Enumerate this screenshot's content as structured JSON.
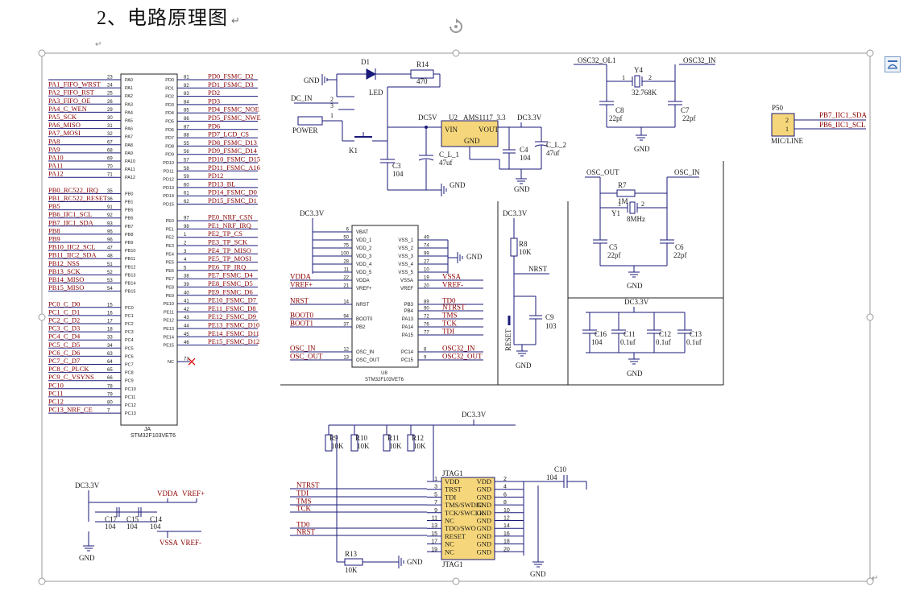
{
  "heading": {
    "text": "2、电路原理图",
    "mark": "↵"
  },
  "paragraph_marks": {
    "top": "↵",
    "end": "↵"
  },
  "mcu": {
    "left_pins": [
      {
        "net": "",
        "num": "23",
        "pin": "PA0"
      },
      {
        "net": "PA1_FIFO_WRST",
        "num": "24",
        "pin": "PA1"
      },
      {
        "net": "PA2_FIFO_RST",
        "num": "25",
        "pin": "PA2"
      },
      {
        "net": "PA3_FIFO_OE",
        "num": "26",
        "pin": "PA3"
      },
      {
        "net": "PA4_C_WEN",
        "num": "29",
        "pin": "PA4"
      },
      {
        "net": "PA5_SCK",
        "num": "30",
        "pin": "PA5"
      },
      {
        "net": "PA6_MISO",
        "num": "31",
        "pin": "PA6"
      },
      {
        "net": "PA7_MOSI",
        "num": "32",
        "pin": "PA7"
      },
      {
        "net": "PA8",
        "num": "67",
        "pin": "PA8"
      },
      {
        "net": "PA9",
        "num": "68",
        "pin": "PA9"
      },
      {
        "net": "PA10",
        "num": "69",
        "pin": "PA10"
      },
      {
        "net": "PA11",
        "num": "70",
        "pin": "PA11"
      },
      {
        "net": "PA12",
        "num": "71",
        "pin": "PA12"
      },
      {
        "net": "",
        "num": "",
        "pin": ""
      },
      {
        "net": "PB0_RC522_IRQ",
        "num": "35",
        "pin": "PB0"
      },
      {
        "net": "PB1_RC522_RESET",
        "num": "36",
        "pin": "PB1"
      },
      {
        "net": "PB5",
        "num": "91",
        "pin": "PB5"
      },
      {
        "net": "PB6_IIC1_SCL",
        "num": "92",
        "pin": "PB6"
      },
      {
        "net": "PB7_IIC1_SDA",
        "num": "93",
        "pin": "PB7"
      },
      {
        "net": "PB8",
        "num": "95",
        "pin": "PB8"
      },
      {
        "net": "PB9",
        "num": "96",
        "pin": "PB9"
      },
      {
        "net": "PB10_IIC2_SCL",
        "num": "47",
        "pin": "PB10"
      },
      {
        "net": "PB11_IIC2_SDA",
        "num": "48",
        "pin": "PB11"
      },
      {
        "net": "PB12_NSS",
        "num": "51",
        "pin": "PB12"
      },
      {
        "net": "PB13_SCK",
        "num": "52",
        "pin": "PB13"
      },
      {
        "net": "PB14_MISO",
        "num": "53",
        "pin": "PB14"
      },
      {
        "net": "PB15_MISO",
        "num": "54",
        "pin": "PB15"
      },
      {
        "net": "",
        "num": "",
        "pin": ""
      },
      {
        "net": "PC0_C_D0",
        "num": "15",
        "pin": "PC0"
      },
      {
        "net": "PC1_C_D1",
        "num": "16",
        "pin": "PC1"
      },
      {
        "net": "PC2_C_D2",
        "num": "17",
        "pin": "PC2"
      },
      {
        "net": "PC3_C_D3",
        "num": "18",
        "pin": "PC3"
      },
      {
        "net": "PC4_C_D4",
        "num": "33",
        "pin": "PC4"
      },
      {
        "net": "PC5_C_D5",
        "num": "34",
        "pin": "PC5"
      },
      {
        "net": "PC6_C_D6",
        "num": "63",
        "pin": "PC6"
      },
      {
        "net": "PC7_C_D7",
        "num": "64",
        "pin": "PC7"
      },
      {
        "net": "PC8_C_PLCK",
        "num": "65",
        "pin": "PC8"
      },
      {
        "net": "PC9_C_VSYNS",
        "num": "66",
        "pin": "PC9"
      },
      {
        "net": "PC10",
        "num": "78",
        "pin": "PC10"
      },
      {
        "net": "PC11",
        "num": "79",
        "pin": "PC11"
      },
      {
        "net": "PC12",
        "num": "80",
        "pin": "PC12"
      },
      {
        "net": "PC13_NRF_CE",
        "num": "7",
        "pin": "PC13"
      }
    ],
    "right_pins": [
      {
        "pin": "PD0",
        "num": "81",
        "net": "PD0_FSMC_D2"
      },
      {
        "pin": "PD1",
        "num": "82",
        "net": "PD1_FSMC_D3"
      },
      {
        "pin": "PD2",
        "num": "83",
        "net": "PD2"
      },
      {
        "pin": "PD3",
        "num": "84",
        "net": "PD3"
      },
      {
        "pin": "PD4",
        "num": "85",
        "net": "PD4_FSMC_NOE"
      },
      {
        "pin": "PD5",
        "num": "86",
        "net": "PD5_FSMC_NWE"
      },
      {
        "pin": "PD6",
        "num": "87",
        "net": "PD6"
      },
      {
        "pin": "PD7",
        "num": "88",
        "net": "PD7_LCD_CS"
      },
      {
        "pin": "PD8",
        "num": "55",
        "net": "PD8_FSMC_D13"
      },
      {
        "pin": "PD9",
        "num": "56",
        "net": "PD9_FSMC_D14"
      },
      {
        "pin": "PD10",
        "num": "57",
        "net": "PD10_FSMC_D15"
      },
      {
        "pin": "PD11",
        "num": "58",
        "net": "PD11_FSMC_A16"
      },
      {
        "pin": "PD12",
        "num": "59",
        "net": "PD12"
      },
      {
        "pin": "PD13",
        "num": "60",
        "net": "PD13_BL"
      },
      {
        "pin": "PD14",
        "num": "61",
        "net": "PD14_FSMC_D0"
      },
      {
        "pin": "PD15",
        "num": "62",
        "net": "PD15_FSMC_D1"
      },
      {
        "pin": "",
        "num": "",
        "net": ""
      },
      {
        "pin": "PE0",
        "num": "97",
        "net": "PE0_NRF_CSN"
      },
      {
        "pin": "PE1",
        "num": "98",
        "net": "PE1_NRF_IRQ"
      },
      {
        "pin": "PE2",
        "num": "1",
        "net": "PE2_TP_CS"
      },
      {
        "pin": "PE3",
        "num": "2",
        "net": "PE3_TP_SCK"
      },
      {
        "pin": "PE4",
        "num": "3",
        "net": "PE4_TP_MISO"
      },
      {
        "pin": "PE5",
        "num": "4",
        "net": "PE5_TP_MOSI"
      },
      {
        "pin": "PE6",
        "num": "5",
        "net": "PE6_TP_IRQ"
      },
      {
        "pin": "PE7",
        "num": "38",
        "net": "PE7_FSMC_D4"
      },
      {
        "pin": "PE8",
        "num": "39",
        "net": "PE8_FSMC_D5"
      },
      {
        "pin": "PE9",
        "num": "40",
        "net": "PE9_FSMC_D6"
      },
      {
        "pin": "PE10",
        "num": "41",
        "net": "PE10_FSMC_D7"
      },
      {
        "pin": "PE11",
        "num": "42",
        "net": "PE11_FSMC_D8"
      },
      {
        "pin": "PE12",
        "num": "43",
        "net": "PE12_FSMC_D9"
      },
      {
        "pin": "PE13",
        "num": "44",
        "net": "PE13_FSMC_D10"
      },
      {
        "pin": "PE14",
        "num": "45",
        "net": "PE14_FSMC_D11"
      },
      {
        "pin": "PE15",
        "num": "46",
        "net": "PE15_FSMC_D12"
      },
      {
        "pin": "",
        "num": "",
        "net": ""
      },
      {
        "pin": "NC",
        "num": "73",
        "net": ""
      }
    ],
    "ref": "JA",
    "part": "STM32F103VET6"
  },
  "power_section": {
    "gnd": "GND",
    "dc_in": "DC_IN",
    "power": "POWER",
    "k1": "K1",
    "d1": "D1",
    "led": "LED",
    "r14": "R14",
    "r14_val": "470",
    "dc5v": "DC5V",
    "u2": "U2",
    "ams": "AMS1117_3.3",
    "dc33": "DC3.3V",
    "vin": "VIN",
    "vout": "VOUT",
    "ugnd": "GND",
    "c3": "C3",
    "c3v": "104",
    "cl1": "C_L_1",
    "cl1v": "47uf",
    "c4": "C4",
    "c4v": "104",
    "cl2": "C_L_2",
    "cl2v": "47uf",
    "pin1": "1",
    "pin2": "2",
    "pin3": "3"
  },
  "u8": {
    "ref": "U8",
    "part": "STM32F103VET6",
    "left": [
      {
        "pin": "VBAT",
        "num": "6",
        "net": ""
      },
      {
        "pin": "VDD_1",
        "num": "50",
        "net": ""
      },
      {
        "pin": "VDD_2",
        "num": "75",
        "net": ""
      },
      {
        "pin": "VDD_3",
        "num": "100",
        "net": ""
      },
      {
        "pin": "VDD_4",
        "num": "28",
        "net": ""
      },
      {
        "pin": "VDD_5",
        "num": "11",
        "net": ""
      },
      {
        "pin": "VDDA",
        "num": "22",
        "net": "VDDA"
      },
      {
        "pin": "VREF+",
        "num": "21",
        "net": "VREF+"
      },
      {
        "pin": "NRST",
        "num": "14",
        "net": "NRST"
      },
      {
        "pin": "BOOT0",
        "num": "94",
        "net": "BOOT0"
      },
      {
        "pin": "PB2",
        "num": "37",
        "net": "BOOT1"
      },
      {
        "pin": "OSC_IN",
        "num": "12",
        "net": "OSC_IN"
      },
      {
        "pin": "OSC_OUT",
        "num": "13",
        "net": "OSC_OUT"
      }
    ],
    "right": [
      {
        "pin": "VSS_1",
        "num": "49",
        "net": ""
      },
      {
        "pin": "VSS_2",
        "num": "74",
        "net": ""
      },
      {
        "pin": "VSS_3",
        "num": "99",
        "net": ""
      },
      {
        "pin": "VSS_4",
        "num": "27",
        "net": ""
      },
      {
        "pin": "VSS_5",
        "num": "10",
        "net": ""
      },
      {
        "pin": "VSSA",
        "num": "19",
        "net": "VSSA"
      },
      {
        "pin": "VREF",
        "num": "20",
        "net": "VREF-"
      },
      {
        "pin": "PB3",
        "num": "89",
        "net": "TD0"
      },
      {
        "pin": "PB4",
        "num": "90",
        "net": "NTRST"
      },
      {
        "pin": "PA13",
        "num": "72",
        "net": "TMS"
      },
      {
        "pin": "PA14",
        "num": "76",
        "net": "TCK"
      },
      {
        "pin": "PA15",
        "num": "77",
        "net": "TDI"
      },
      {
        "pin": "PC14",
        "num": "8",
        "net": "OSC32_IN"
      },
      {
        "pin": "PC15",
        "num": "9",
        "net": "OSC32_OUT"
      }
    ],
    "dc33": "DC3.3V",
    "gnd": "GND"
  },
  "reset": {
    "dc33": "DC3.3V",
    "r8": "R8",
    "r8v": "10K",
    "nrst": "NRST",
    "c9": "C9",
    "c9v": "103",
    "reset": "RESET",
    "gnd": "GND"
  },
  "osc32": {
    "out": "OSC32_OL1",
    "in": "OSC32_IN",
    "y4": "Y4",
    "y4v": "32.768K",
    "c8": "C8",
    "c8v": "22pf",
    "c7": "C7",
    "c7v": "22pf",
    "gnd": "GND",
    "p1": "1",
    "p2": "2"
  },
  "mic": {
    "ref": "P50",
    "label": "MIC/LINE",
    "sda": "PB7_IIC1_SDA",
    "scl": "PB6_IIC1_SCL",
    "p2": "2",
    "p1": "1"
  },
  "osc": {
    "out": "OSC_OUT",
    "in": "OSC_IN",
    "r7": "R7",
    "r7v": "1M",
    "y1": "Y1",
    "y1v": "8MHz",
    "c5": "C5",
    "c5v": "22pf",
    "c6": "C6",
    "c6v": "22pf",
    "gnd": "GND",
    "p1": "1",
    "p2": "2"
  },
  "decap": {
    "dc33": "DC3.3V",
    "caps": [
      {
        "ref": "C16",
        "val": "104"
      },
      {
        "ref": "C11",
        "val": "0.1uf"
      },
      {
        "ref": "C12",
        "val": "0.1uf"
      },
      {
        "ref": "C13",
        "val": "0.1uf"
      }
    ],
    "gnd": "GND"
  },
  "jtag": {
    "dc33": "DC3.3V",
    "ref": "JTAG1",
    "ref2": "JTAG1",
    "resistors": [
      {
        "ref": "R9",
        "val": "10K"
      },
      {
        "ref": "R10",
        "val": "10K"
      },
      {
        "ref": "R11",
        "val": "10K"
      },
      {
        "ref": "R12",
        "val": "10K"
      }
    ],
    "r13": "R13",
    "r13v": "10K",
    "gnd": "GND",
    "c10": "C10",
    "c10v": "104",
    "gnd2": "GND",
    "nets": [
      "NTRST",
      "TDI",
      "TMS",
      "TCK",
      "",
      "TD0",
      "NRST"
    ],
    "left": [
      {
        "num": "1",
        "pin": "VDD"
      },
      {
        "num": "3",
        "pin": "TRST"
      },
      {
        "num": "5",
        "pin": "TDI"
      },
      {
        "num": "7",
        "pin": "TMS/SWDIO"
      },
      {
        "num": "9",
        "pin": "TCK/SWCLK"
      },
      {
        "num": "11",
        "pin": "NC"
      },
      {
        "num": "13",
        "pin": "TDO/SWO"
      },
      {
        "num": "15",
        "pin": "RESET"
      },
      {
        "num": "17",
        "pin": "NC"
      },
      {
        "num": "19",
        "pin": "NC"
      }
    ],
    "right": [
      {
        "num": "2",
        "pin": "VDD"
      },
      {
        "num": "4",
        "pin": "GND"
      },
      {
        "num": "6",
        "pin": "GND"
      },
      {
        "num": "8",
        "pin": "GND"
      },
      {
        "num": "10",
        "pin": "GND"
      },
      {
        "num": "12",
        "pin": "GND"
      },
      {
        "num": "14",
        "pin": "GND"
      },
      {
        "num": "16",
        "pin": "GND"
      },
      {
        "num": "18",
        "pin": "GND"
      },
      {
        "num": "20",
        "pin": "GND"
      }
    ]
  },
  "analog": {
    "dc33": "DC3.3V",
    "vdda": "VDDA",
    "vrefp": "VREF+",
    "c17": "C17",
    "c17v": "104",
    "c15": "C15",
    "c15v": "104",
    "c14": "C14",
    "c14v": "104",
    "gnd": "GND",
    "vssa": "VSSA",
    "vrefm": "VREF-"
  },
  "colors": {
    "wire": "#1a1a7a",
    "net": "#8b0000",
    "text": "#1a1a1a",
    "body": "#1a1a1a",
    "chip": "#f5d67a"
  }
}
